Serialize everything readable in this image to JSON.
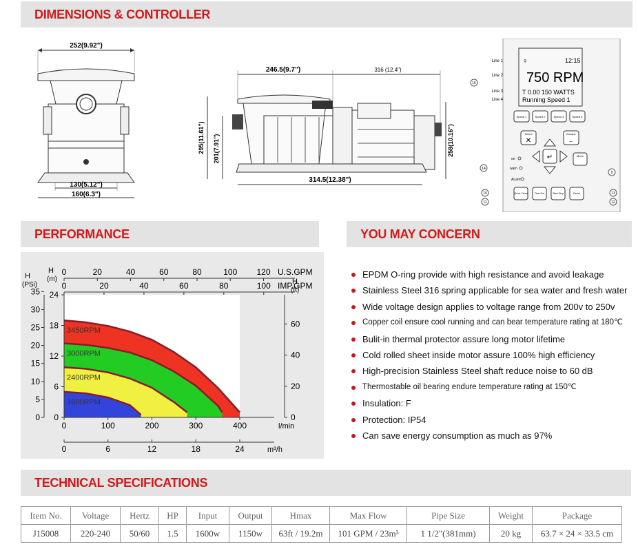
{
  "sections": {
    "dimensions": "DIMENSIONS & CONTROLLER",
    "performance": "PERFORMANCE",
    "concern": "YOU MAY CONCERN",
    "specs": "TECHNICAL SPECIFICATIONS"
  },
  "drawing": {
    "front_width": "252(9.92\")",
    "front_base_inner": "130(5.12\")",
    "front_base_outer": "160(6.3\")",
    "side_strainer": "246.5(9.7\")",
    "side_motor": "316 (12.4\")",
    "side_height_total": "295(11.61\")",
    "side_height_inlet": "201(7.91\")",
    "side_height_motor": "258(10.16\")",
    "side_base": "314.5(12.38\")"
  },
  "controller": {
    "time": "12:15",
    "rpm": "750 RPM",
    "line3": "T 0.00  150 WATTS",
    "line4": "Running Speed 1",
    "lines": [
      "Line 1",
      "Line 2",
      "Line 3",
      "Line 4"
    ],
    "buttons": {
      "select": "Select",
      "escape": "Escape",
      "speed1": "Speed 1",
      "speed2": "Speed 2",
      "speed3": "Speed 3",
      "speed4": "Speed 4",
      "menu": "Menu",
      "quick_clean": "Quick Clean",
      "timeout": "Time Out",
      "start_stop": "Start Stop",
      "reset": "Reset"
    },
    "leds": [
      "on",
      "warn",
      "ALarm"
    ],
    "callouts": [
      "15",
      "14",
      "10",
      "11",
      "9",
      "13",
      "12"
    ]
  },
  "chart_data": {
    "type": "area",
    "xlabel": "l/min",
    "x2label": "m³/h",
    "x_top1_label": "U.S.GPM",
    "x_top2_label": "IMP.GPM",
    "ylabel_psi": "H (PSi)",
    "ylabel_m": "H (m)",
    "ylabel_ft": "H (ft)",
    "x_ticks_lmin": [
      0,
      100,
      200,
      300,
      400
    ],
    "x_ticks_m3h": [
      0,
      6,
      12,
      18,
      24
    ],
    "x_ticks_usgpm": [
      0,
      20,
      40,
      60,
      80,
      100,
      120
    ],
    "x_ticks_impgpm": [
      0,
      20,
      40,
      60,
      80,
      100
    ],
    "y_ticks_psi": [
      0,
      5,
      10,
      15,
      20,
      25,
      30,
      35
    ],
    "y_ticks_m": [
      0,
      6,
      12,
      18,
      24
    ],
    "y_ticks_ft": [
      0,
      20,
      40,
      60
    ],
    "xlim": [
      0,
      400
    ],
    "ylim": [
      0,
      24
    ],
    "series": [
      {
        "name": "3450RPM",
        "color": "#ee3322",
        "x": [
          0,
          50,
          100,
          150,
          200,
          250,
          300,
          350,
          400
        ],
        "y": [
          19.0,
          18.6,
          17.9,
          16.8,
          15.2,
          12.8,
          9.8,
          5.8,
          1.0
        ]
      },
      {
        "name": "3000RPM",
        "color": "#22cc22",
        "x": [
          0,
          50,
          100,
          150,
          200,
          250,
          300,
          350,
          360
        ],
        "y": [
          14.5,
          14.2,
          13.6,
          12.7,
          11.2,
          9.0,
          6.2,
          2.3,
          1.0
        ]
      },
      {
        "name": "2400RPM",
        "color": "#f0f040",
        "x": [
          0,
          50,
          100,
          150,
          200,
          250,
          280
        ],
        "y": [
          9.8,
          9.5,
          8.8,
          7.6,
          5.8,
          3.0,
          1.0
        ]
      },
      {
        "name": "1600RPM",
        "color": "#3344dd",
        "x": [
          0,
          50,
          100,
          150,
          175
        ],
        "y": [
          5.0,
          4.7,
          3.9,
          2.4,
          0.5
        ]
      }
    ]
  },
  "concerns": [
    "EPDM O-ring provide with high resistance and avoid leakage",
    "Stainless Steel 316 spring applicable for sea water and fresh water",
    "Wide voltage design applies to voltage range from 200v to 250v",
    "Copper coil ensure cool running and can bear temperature rating at 180℃",
    "Bulit-in thermal protector assure long motor lifetime",
    "Cold rolled sheet inside motor assure 100% high efficiency",
    "High-precision Stainless Steel shaft reduce noise to 60 dB",
    "Thermostable oil bearing endure temperature rating at 150℃",
    "Insulation: F",
    "Protection: IP54",
    "Can save energy consumption as much as 97%"
  ],
  "specs": {
    "headers": [
      "Item No.",
      "Voltage",
      "Hertz",
      "HP",
      "Input",
      "Output",
      "Hmax",
      "Max Flow",
      "Pipe Size",
      "Weight",
      "Package"
    ],
    "row": [
      "J15008",
      "220-240",
      "50/60",
      "1.5",
      "1600w",
      "1150w",
      "63ft / 19.2m",
      "101 GPM / 23m³",
      "1 1/2\"(381mm)",
      "20 kg",
      "63.7 × 24 × 33.5 cm"
    ]
  },
  "colors": {
    "accent": "#d11a1a",
    "banner": "#e3e3e3"
  }
}
